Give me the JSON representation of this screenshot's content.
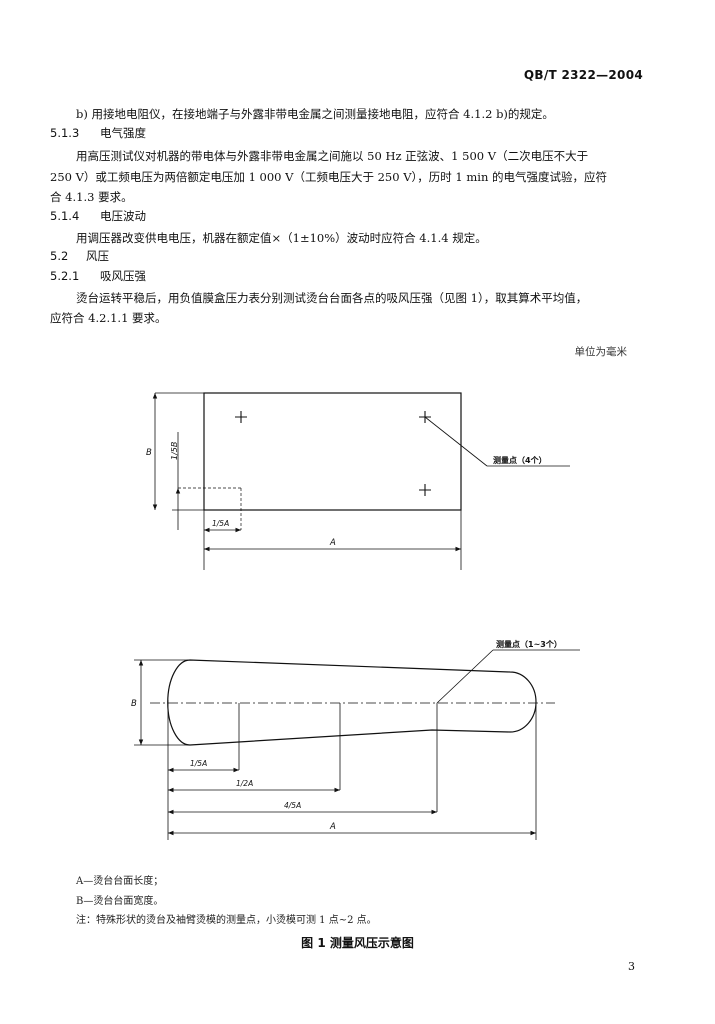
{
  "header": {
    "standard_code": "QB/T 2322—2004"
  },
  "body": {
    "item_b": "b)  用接地电阻仪，在接地端子与外露非带电金属之间测量接地电阻，应符合 4.1.2 b)的规定。",
    "s513_num": "5.1.3",
    "s513_title": "电气强度",
    "s513_l1": "用高压测试仪对机器的带电体与外露非带电金属之间施以 50 Hz 正弦波、1 500 V（二次电压不大于",
    "s513_l2": "250 V）或工频电压为两倍额定电压加 1 000 V（工频电压大于 250 V），历时 1 min 的电气强度试验，应符",
    "s513_l3": "合 4.1.3 要求。",
    "s514_num": "5.1.4",
    "s514_title": "电压波动",
    "s514_l1": "用调压器改变供电电压，机器在额定值×（1±10%）波动时应符合 4.1.4 规定。",
    "s52_num": "5.2",
    "s52_title": "风压",
    "s521_num": "5.2.1",
    "s521_title": "吸风压强",
    "s521_l1": "烫台运转平稳后，用负值膜盒压力表分别测试烫台台面各点的吸风压强（见图 1），取其算术平均值，",
    "s521_l2": "应符合 4.2.1.1 要求。"
  },
  "figure": {
    "unit_note": "单位为毫米",
    "top": {
      "b": "B",
      "fifth_b": "1/5B",
      "fifth_a": "1/5A",
      "a": "A",
      "points": "测量点（4个）"
    },
    "bottom": {
      "b": "B",
      "fifth_a": "1/5A",
      "half_a": "1/2A",
      "four_fifth_a": "4/5A",
      "a": "A",
      "points": "测量点（1~3个）"
    },
    "legend_a": "A—烫台台面长度；",
    "legend_b": "B—烫台台面宽度。",
    "note": "注：特殊形状的烫台及袖臂烫模的测量点，小烫模可测 1 点~2 点。",
    "caption": "图 1   测量风压示意图"
  },
  "footer": {
    "page_number": "3"
  }
}
